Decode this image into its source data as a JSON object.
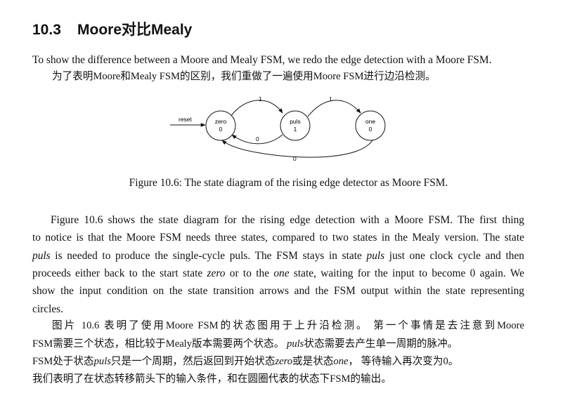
{
  "section": {
    "number": "10.3",
    "title": "Moore对比Mealy"
  },
  "intro": {
    "en": "To show the difference between a Moore and Mealy FSM, we redo the edge detection with a Moore FSM.",
    "zh": "为了表明Moore和Mealy FSM的区别，我们重做了一遍使用Moore FSM进行边沿检测。"
  },
  "diagram": {
    "reset_label": "reset",
    "states": [
      {
        "name": "zero",
        "output": "0"
      },
      {
        "name": "puls",
        "output": "1"
      },
      {
        "name": "one",
        "output": "0"
      }
    ],
    "transitions": [
      {
        "from": "zero",
        "to": "puls",
        "label": "1"
      },
      {
        "from": "puls",
        "to": "one",
        "label": "1"
      },
      {
        "from": "puls",
        "to": "zero",
        "label": "0"
      },
      {
        "from": "one",
        "to": "zero",
        "label": "0"
      }
    ]
  },
  "caption": "Figure 10.6: The state diagram of the rising edge detector as Moore FSM.",
  "body_en": {
    "l1": "Figure 10.6 shows the state diagram for the rising edge detection with a Moore FSM. The first thing",
    "l2": "to notice is that the Moore FSM needs three states, compared to two states in the Mealy version. The state",
    "l3_a": "puls",
    "l3_b": " is needed to produce the single-cycle puls. The FSM stays in state ",
    "l3_c": "puls",
    "l3_d": " just one clock cycle and then",
    "l4_a": "proceeds either back to the start state ",
    "l4_b": "zero",
    "l4_c": " or to the ",
    "l4_d": "one",
    "l4_e": " state, waiting for the input to become 0 again. We",
    "l5": "show the input condition on the state transition arrows and the FSM output within the state representing",
    "l6": "circles."
  },
  "body_zh": {
    "l1": "图片 10.6 表明了使用Moore FSM的状态图用于上升沿检测。 第一个事情是去注意到Moore",
    "l2_a": "FSM需要三个状态，相比较于Mealy版本需要两个状态。 ",
    "l2_b": "puls",
    "l2_c": "状态需要去产生单一周期的脉冲。",
    "l3_a": "FSM处于状态",
    "l3_b": "puls",
    "l3_c": "只是一个周期，然后返回到开始状态",
    "l3_d": "zero",
    "l3_e": "或是状态",
    "l3_f": "one",
    "l3_g": "，  等待输入再次变为0。",
    "l4": "我们表明了在状态转移箭头下的输入条件，和在圆圈代表的状态下FSM的输出。"
  }
}
